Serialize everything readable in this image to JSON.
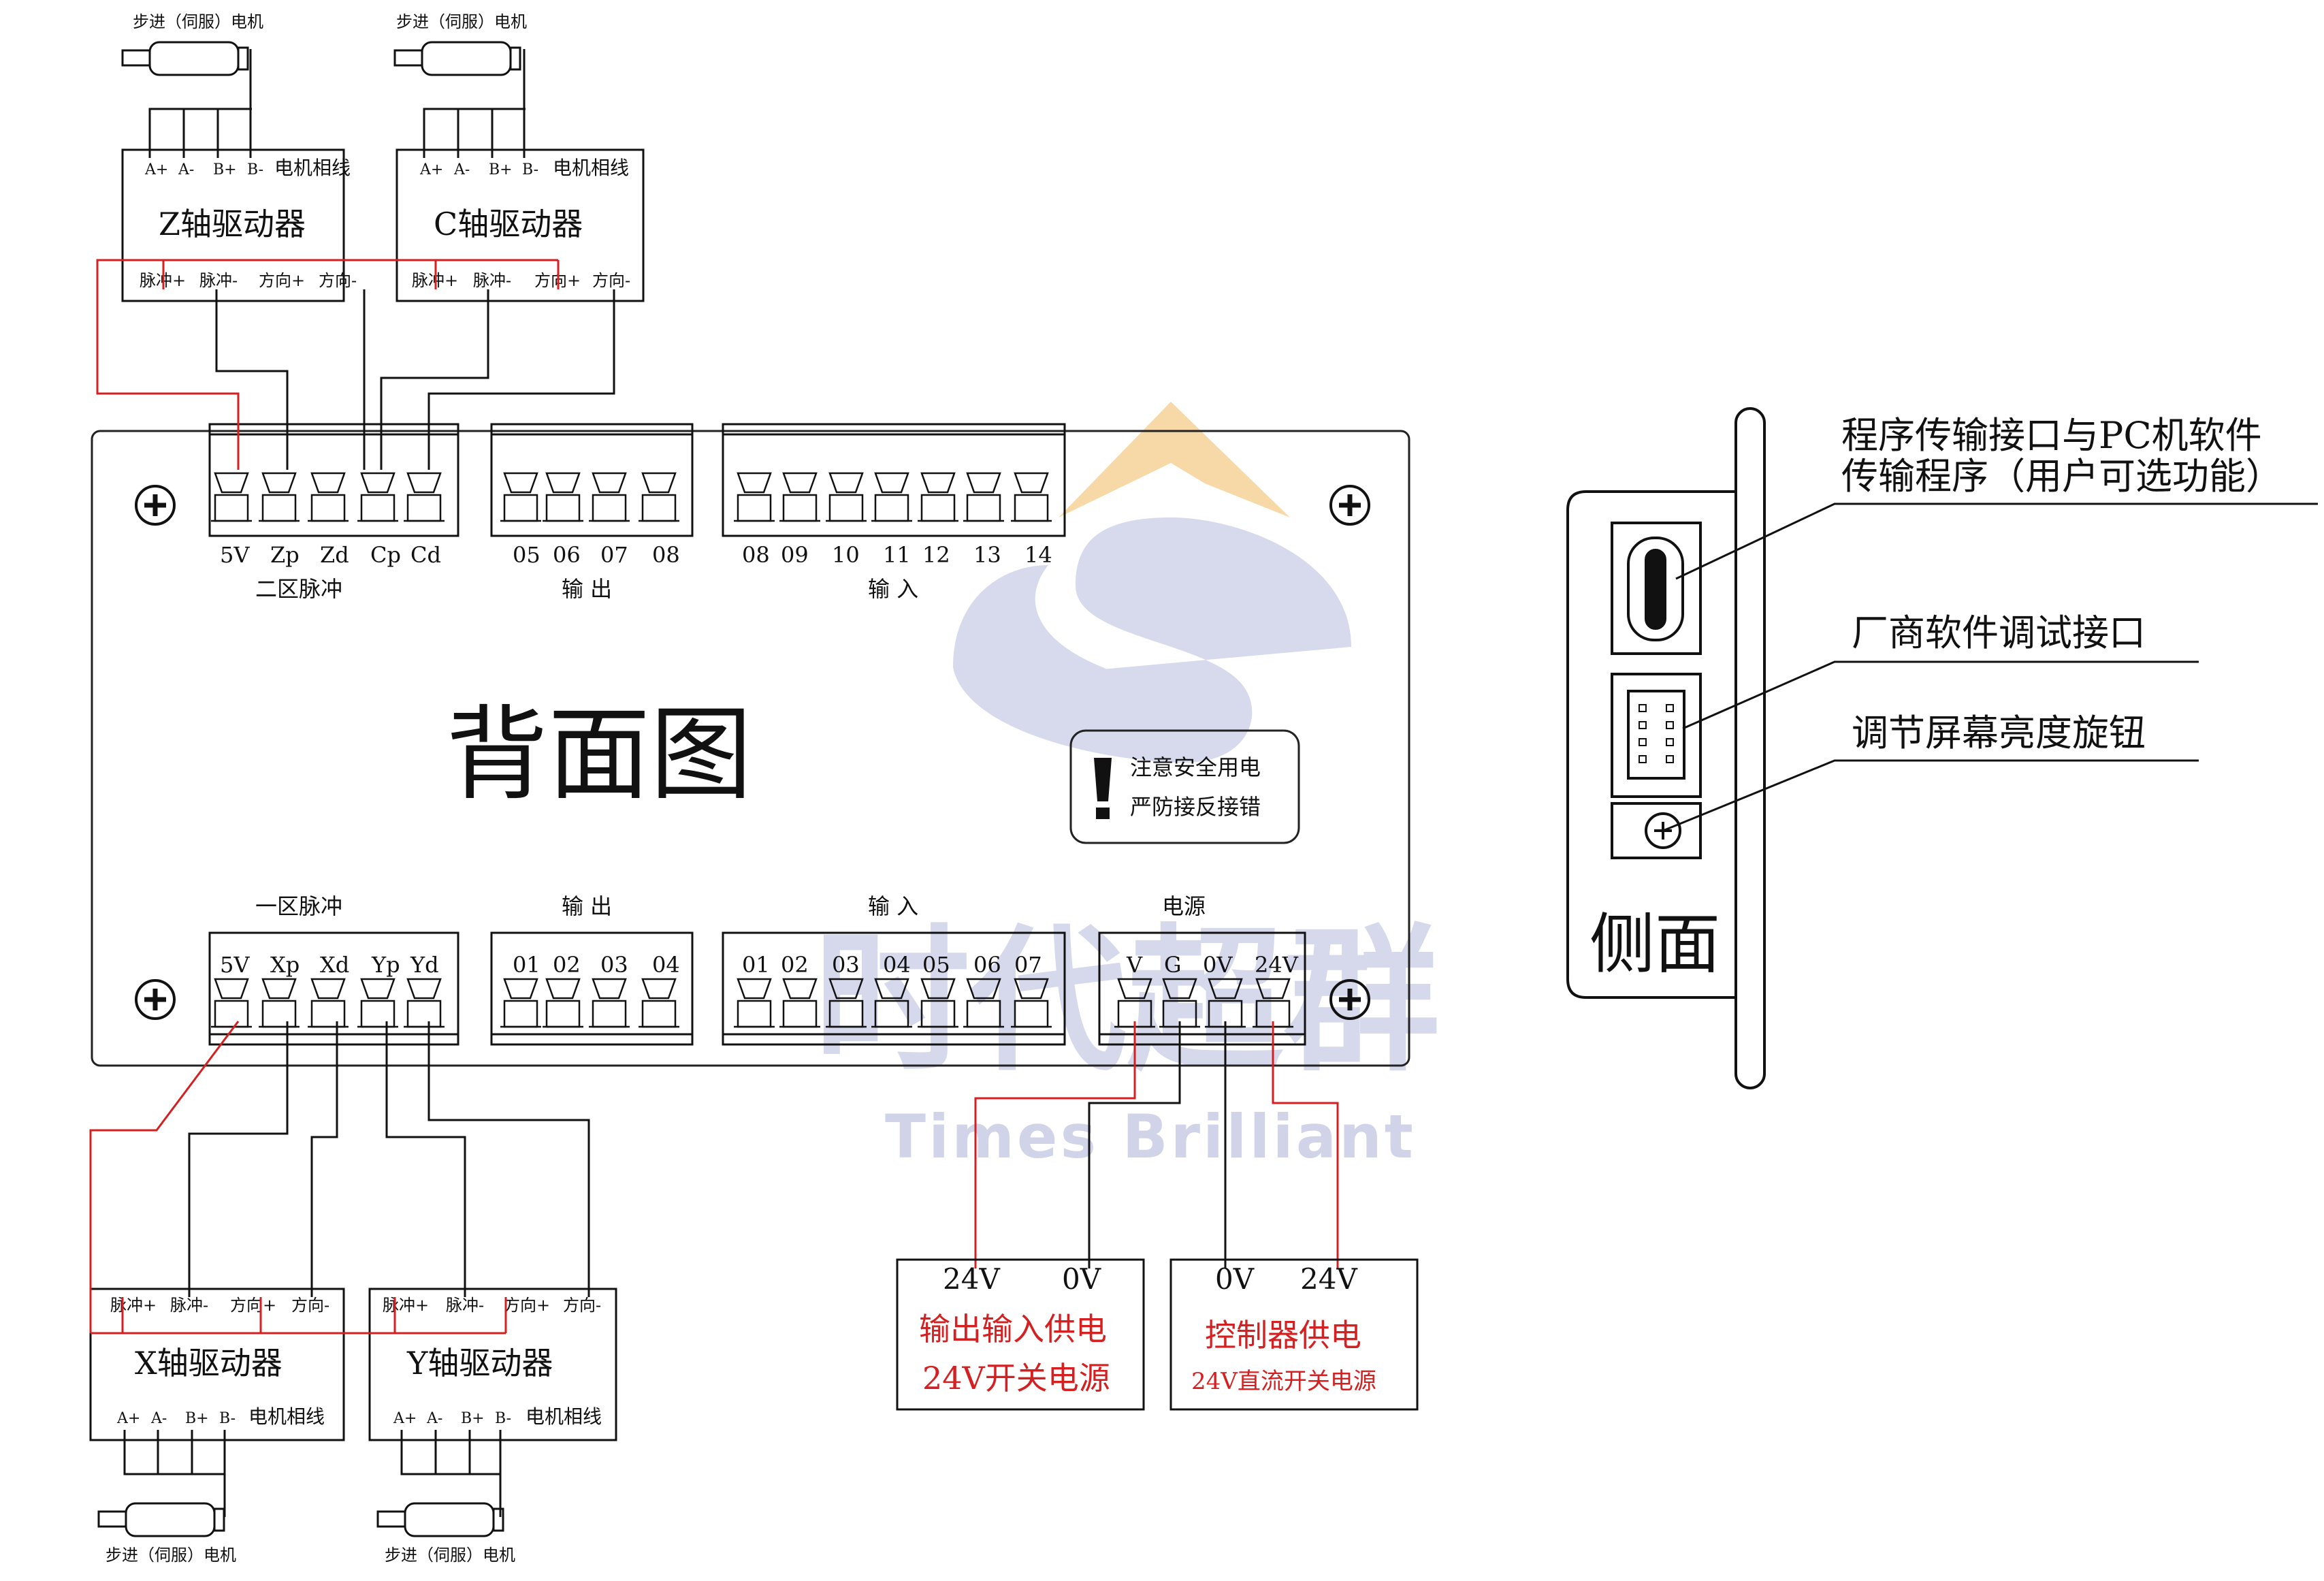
{
  "title": "背面图",
  "side_title": "侧面",
  "motor_label": "步进（伺服）电机",
  "phase_label": "电机相线",
  "phase_pins": [
    "A+",
    "A-",
    "B+",
    "B-"
  ],
  "drivers": {
    "z": "Z轴驱动器",
    "c": "C轴驱动器",
    "x": "X轴驱动器",
    "y": "Y轴驱动器"
  },
  "driver_pins": [
    "脉冲+",
    "脉冲-",
    "方向+",
    "方向-"
  ],
  "top_groups": {
    "pulse2": {
      "label": "二区脉冲",
      "pins": [
        "5V",
        "Zp",
        "Zd",
        "Cp",
        "Cd"
      ]
    },
    "output": {
      "label": "输 出",
      "pins": [
        "05",
        "06",
        "07",
        "08"
      ]
    },
    "input": {
      "label": "输 入",
      "pins": [
        "08",
        "09",
        "10",
        "11",
        "12",
        "13",
        "14"
      ]
    }
  },
  "bottom_groups": {
    "pulse1": {
      "label": "一区脉冲",
      "pins": [
        "5V",
        "Xp",
        "Xd",
        "Yp",
        "Yd"
      ]
    },
    "output": {
      "label": "输 出",
      "pins": [
        "01",
        "02",
        "03",
        "04"
      ]
    },
    "input": {
      "label": "输 入",
      "pins": [
        "01",
        "02",
        "03",
        "04",
        "05",
        "06",
        "07"
      ]
    },
    "power": {
      "label": "电源",
      "pins": [
        "V",
        "G",
        "0V",
        "24V"
      ]
    }
  },
  "warning": {
    "line1": "注意安全用电",
    "line2": "严防接反接错",
    "icon": "exclamation-icon"
  },
  "power_supplies": {
    "io": {
      "pin_a": "24V",
      "pin_b": "0V",
      "title": "输出输入供电",
      "subtitle": "24V开关电源"
    },
    "ctrl": {
      "pin_a": "0V",
      "pin_b": "24V",
      "title": "控制器供电",
      "subtitle": "24V直流开关电源"
    }
  },
  "side_callouts": {
    "usb_line1": "程序传输接口与PC机软件",
    "usb_line2": "传输程序（用户可选功能）",
    "debug": "厂商软件调试接口",
    "knob": "调节屏幕亮度旋钮"
  },
  "watermark": {
    "cn": "时代超群",
    "en": "Times Brilliant"
  },
  "colors": {
    "wire_red": "#d42020",
    "wire_black": "#111111",
    "watermark": "#c9cce6",
    "logo_orange": "#f7d9a8"
  }
}
